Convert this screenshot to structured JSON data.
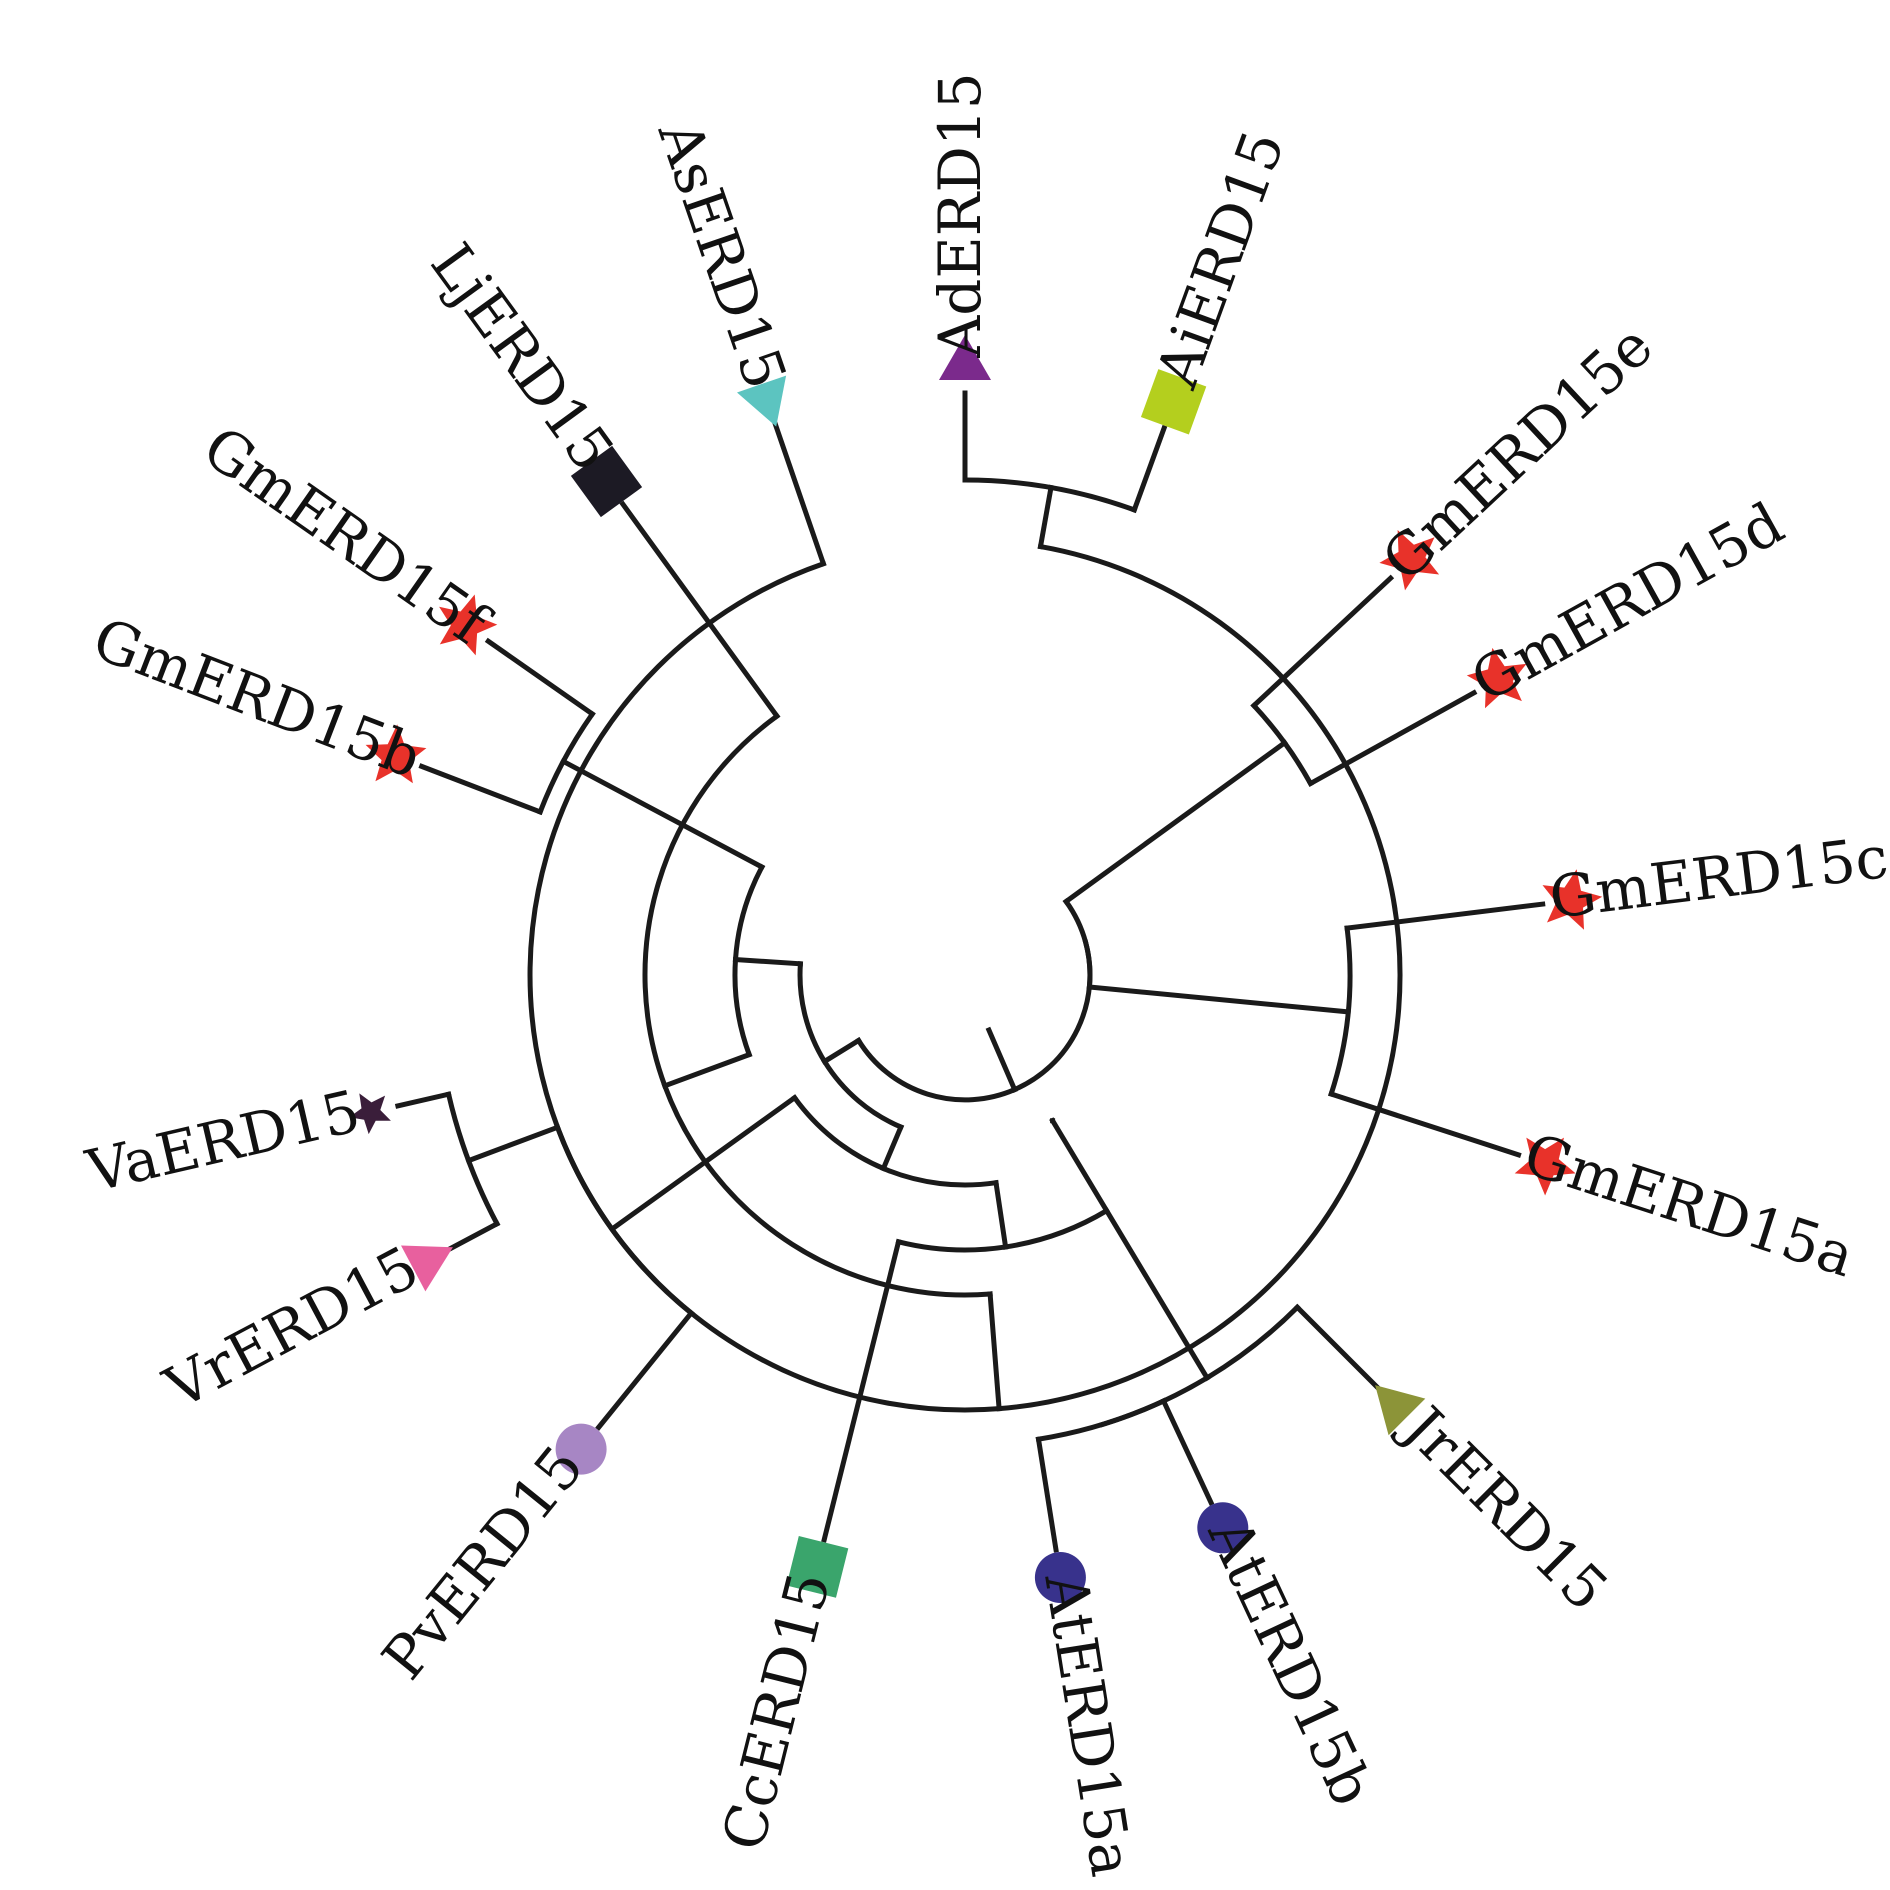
{
  "taxa": [
    {
      "id": "AdERD15",
      "label": "AdERD15",
      "marker": "triangle-up",
      "color": "#7b2a8c"
    },
    {
      "id": "AiERD15",
      "label": "AiERD15",
      "marker": "square",
      "color": "#b4cf1e"
    },
    {
      "id": "AsERD15",
      "label": "AsERD15",
      "marker": "triangle-down",
      "color": "#5cc4c0"
    },
    {
      "id": "LjERD15",
      "label": "LjERD15",
      "marker": "square",
      "color": "#1c1a24"
    },
    {
      "id": "GmERD15f",
      "label": "GmERD15f",
      "marker": "star",
      "color": "#e8322a"
    },
    {
      "id": "GmERD15b",
      "label": "GmERD15b",
      "marker": "star",
      "color": "#e8322a"
    },
    {
      "id": "VaERD15",
      "label": "VaERD15",
      "marker": "star",
      "color": "#3a1e3a"
    },
    {
      "id": "VrERD15",
      "label": "VrERD15",
      "marker": "triangle-down",
      "color": "#e8609e"
    },
    {
      "id": "PvERD15",
      "label": "PvERD15",
      "marker": "circle",
      "color": "#a786c4"
    },
    {
      "id": "CcERD15",
      "label": "CcERD15",
      "marker": "square",
      "color": "#3aa56c"
    },
    {
      "id": "AtERD15a",
      "label": "AtERD15a",
      "marker": "circle",
      "color": "#38328c"
    },
    {
      "id": "AtERD15b",
      "label": "AtERD15b",
      "marker": "circle",
      "color": "#38328c"
    },
    {
      "id": "JrERD15",
      "label": "JrERD15",
      "marker": "triangle-down",
      "color": "#8c9438"
    },
    {
      "id": "GmERD15a",
      "label": "GmERD15a",
      "marker": "star",
      "color": "#e8322a"
    },
    {
      "id": "GmERD15c",
      "label": "GmERD15c",
      "marker": "star",
      "color": "#e8322a"
    },
    {
      "id": "GmERD15d",
      "label": "GmERD15d",
      "marker": "star",
      "color": "#e8322a"
    },
    {
      "id": "GmERD15e",
      "label": "GmERD15e",
      "marker": "star",
      "color": "#e8322a"
    }
  ],
  "edges": [
    [
      "AdERD15",
      "AiERD15"
    ],
    [
      "AsERD15",
      "AdERD15"
    ],
    [
      "LjERD15",
      "AsERD15"
    ],
    [
      "GmERD15f",
      "GmERD15b"
    ],
    [
      "LjERD15",
      "GmERD15b"
    ],
    [
      "VaERD15",
      "VrERD15"
    ],
    [
      "VaERD15",
      "PvERD15"
    ],
    [
      "LjERD15",
      "PvERD15"
    ],
    [
      "AtERD15a",
      "AtERD15b"
    ],
    [
      "AtERD15a",
      "JrERD15"
    ],
    [
      "CcERD15",
      "JrERD15"
    ],
    [
      "LjERD15",
      "JrERD15"
    ],
    [
      "GmERD15a",
      "GmERD15c"
    ],
    [
      "GmERD15d",
      "GmERD15e"
    ],
    [
      "GmERD15a",
      "GmERD15e"
    ],
    [
      "LjERD15",
      "GmERD15e"
    ]
  ]
}
